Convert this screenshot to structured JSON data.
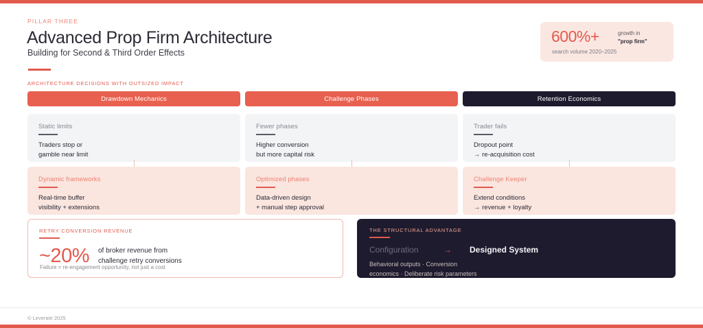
{
  "header": {
    "eyebrow": "PILLAR THREE",
    "title": "Advanced Prop Firm Architecture",
    "subtitle": "Building for Second & Third Order Effects",
    "section_label": "ARCHITECTURE DECISIONS WITH OUTSIZED IMPACT"
  },
  "stat_badge": {
    "value": "600%+",
    "caption_line1": "growth in",
    "caption_line2": "\"prop firm\"",
    "sub": "search volume 2020–2025"
  },
  "columns": [
    {
      "header": "Drawdown Mechanics",
      "style": "coral"
    },
    {
      "header": "Challenge Phases",
      "style": "coral"
    },
    {
      "header": "Retention Economics",
      "style": "dark"
    }
  ],
  "rows": [
    {
      "style": "neutral",
      "cards": [
        {
          "title": "Static limits",
          "line1": "Traders stop or",
          "line2": "gamble near limit"
        },
        {
          "title": "Fewer phases",
          "line1": "Higher conversion",
          "line2": "but more capital risk"
        },
        {
          "title": "Trader fails",
          "line1": "Dropout point",
          "line2": "→ re-acquisition cost"
        }
      ]
    },
    {
      "style": "accent",
      "cards": [
        {
          "title": "Dynamic frameworks",
          "line1": "Real-time buffer",
          "line2": "visibility + extensions"
        },
        {
          "title": "Optimized phases",
          "line1": "Data-driven design",
          "line2": "+ manual step approval"
        },
        {
          "title": "Challenge Keeper",
          "line1": "Extend conditions",
          "line2": "→ revenue + loyalty"
        }
      ]
    }
  ],
  "retry_panel": {
    "label": "RETRY CONVERSION REVENUE",
    "value": "~20%",
    "desc_line1": "of broker revenue from",
    "desc_line2": "challenge retry conversions",
    "footnote": "Failure = re-engagement opportunity, not just a cost"
  },
  "dark_panel": {
    "label": "THE STRUCTURAL ADVANTAGE",
    "config_key": "Configuration",
    "config_arrow": "→",
    "config_value": "Designed System",
    "body_line1": "Behavioral outputs · Conversion",
    "body_line2": "economics · Deliberate risk parameters"
  },
  "footer": {
    "copyright": "© Leverate 2025"
  },
  "colors": {
    "accent": "#E2594D",
    "pill_coral": "#E8604F",
    "dark": "#1E1B2E",
    "card_neutral": "#F3F4F6",
    "card_accent": "#FAE5DF",
    "badge_bg": "#FBE7E1"
  }
}
